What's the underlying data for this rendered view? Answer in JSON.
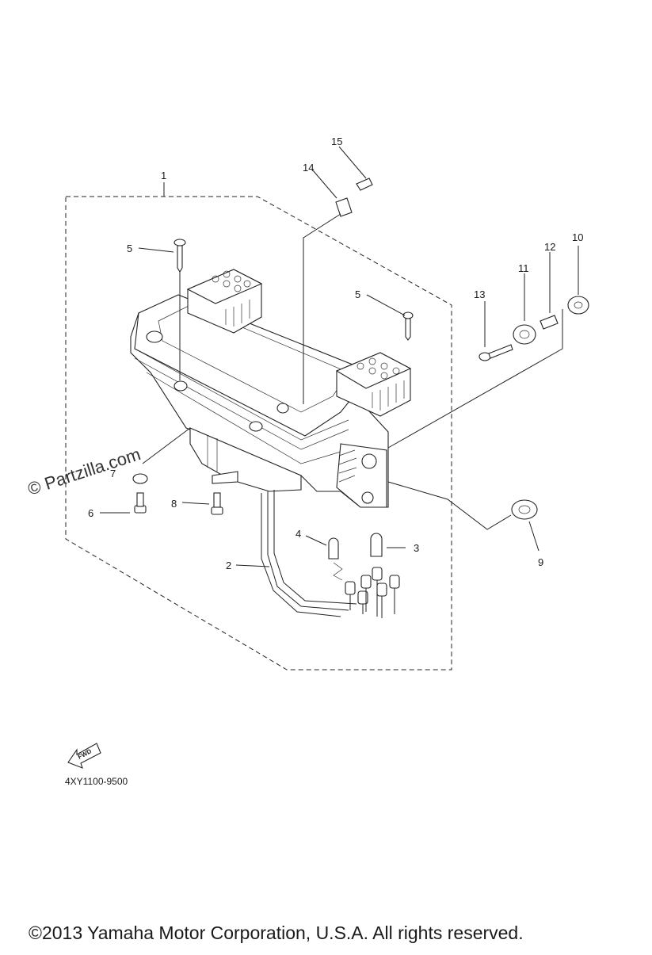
{
  "callouts": [
    {
      "id": "c1",
      "label": "1"
    },
    {
      "id": "c2",
      "label": "2"
    },
    {
      "id": "c3",
      "label": "3"
    },
    {
      "id": "c4",
      "label": "4"
    },
    {
      "id": "c5a",
      "label": "5"
    },
    {
      "id": "c5b",
      "label": "5"
    },
    {
      "id": "c6",
      "label": "6"
    },
    {
      "id": "c7",
      "label": "7"
    },
    {
      "id": "c8",
      "label": "8"
    },
    {
      "id": "c9",
      "label": "9"
    },
    {
      "id": "c10",
      "label": "10"
    },
    {
      "id": "c11",
      "label": "11"
    },
    {
      "id": "c12",
      "label": "12"
    },
    {
      "id": "c13",
      "label": "13"
    },
    {
      "id": "c14",
      "label": "14"
    },
    {
      "id": "c15",
      "label": "15"
    }
  ],
  "fwd_label": "FWD",
  "diagram_code": "4XY1100-9500",
  "watermark": "© Partzilla.com",
  "copyright": "©2013 Yamaha Motor Corporation, U.S.A. All rights reserved."
}
